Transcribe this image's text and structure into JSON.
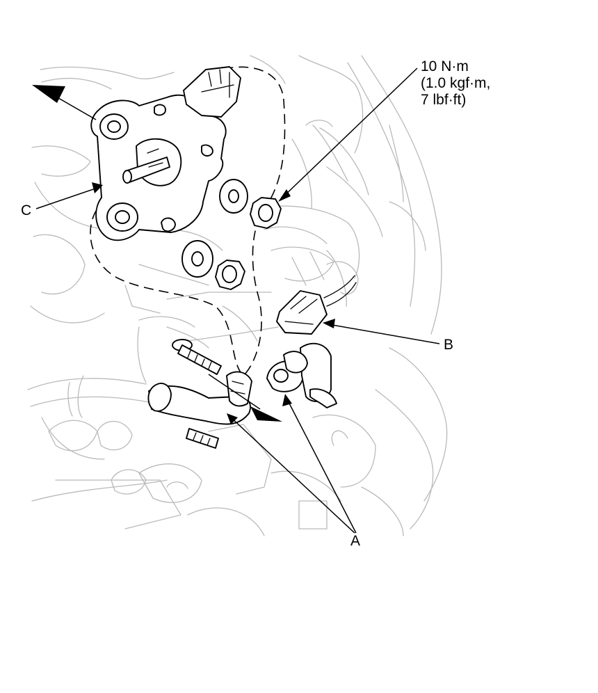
{
  "callouts": {
    "a": "A",
    "b": "B",
    "c": "C"
  },
  "torque_spec": {
    "line1": "10 N·m",
    "line2": "(1.0 kgf·m,",
    "line3": "7 lbf·ft)"
  },
  "colors": {
    "line_art": "#000000",
    "background_line_art": "#b9b9b9",
    "page": "#ffffff"
  }
}
